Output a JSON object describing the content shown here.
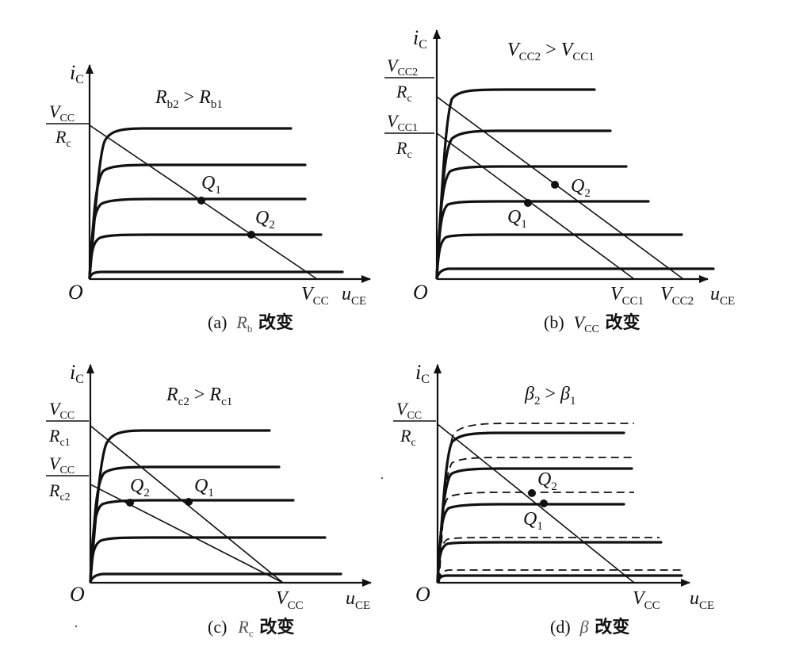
{
  "panels": {
    "a": {
      "caption": "(a)  Rb 改变",
      "condition": "Rb2 > Rb1",
      "y_axis": "iC",
      "x_axis": "uCE",
      "origin": "O",
      "y_intercept": {
        "num": "VCC",
        "den": "Rc"
      },
      "x_intercept": "VCC",
      "points": [
        "Q1",
        "Q2"
      ]
    },
    "b": {
      "caption": "(b)  VCC 改变",
      "condition": "VCC2 > VCC1",
      "y_axis": "iC",
      "x_axis": "uCE",
      "origin": "O",
      "y_intercepts": [
        {
          "num": "VCC2",
          "den": "Rc"
        },
        {
          "num": "VCC1",
          "den": "Rc"
        }
      ],
      "x_intercepts": [
        "VCC1",
        "VCC2"
      ],
      "points": [
        "Q1",
        "Q2"
      ]
    },
    "c": {
      "caption": "(c)  Rc 改变",
      "condition": "Rc2 > Rc1",
      "y_axis": "iC",
      "x_axis": "uCE",
      "origin": "O",
      "y_intercepts": [
        {
          "num": "VCC",
          "den": "Rc1"
        },
        {
          "num": "VCC",
          "den": "Rc2"
        }
      ],
      "x_intercept": "VCC",
      "points": [
        "Q1",
        "Q2"
      ]
    },
    "d": {
      "caption": "(d)  β 改变",
      "condition": "β2 > β1",
      "y_axis": "iC",
      "x_axis": "uCE",
      "origin": "O",
      "y_intercept": {
        "num": "VCC",
        "den": "Rc"
      },
      "x_intercept": "VCC",
      "points": [
        "Q1",
        "Q2"
      ]
    }
  },
  "colors": {
    "ink": "#111111",
    "background": "#ffffff"
  }
}
